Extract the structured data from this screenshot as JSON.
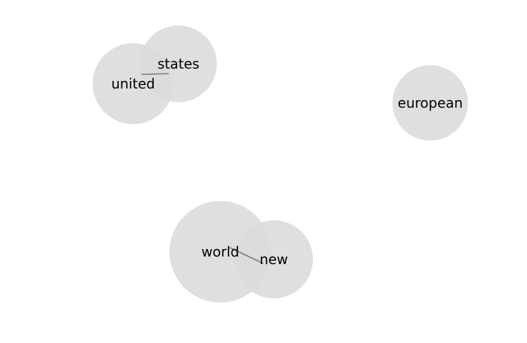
{
  "nodes": [
    {
      "id": "united",
      "label": "united"
    },
    {
      "id": "states",
      "label": "states"
    },
    {
      "id": "european",
      "label": "european"
    },
    {
      "id": "world",
      "label": "world"
    },
    {
      "id": "new",
      "label": "new"
    }
  ],
  "edges": [
    {
      "source": "united",
      "target": "states"
    },
    {
      "source": "world",
      "target": "new"
    }
  ],
  "colors": {
    "node_fill": "#dcdcdc",
    "edge": "#8a8a8a",
    "label": "#000000"
  }
}
